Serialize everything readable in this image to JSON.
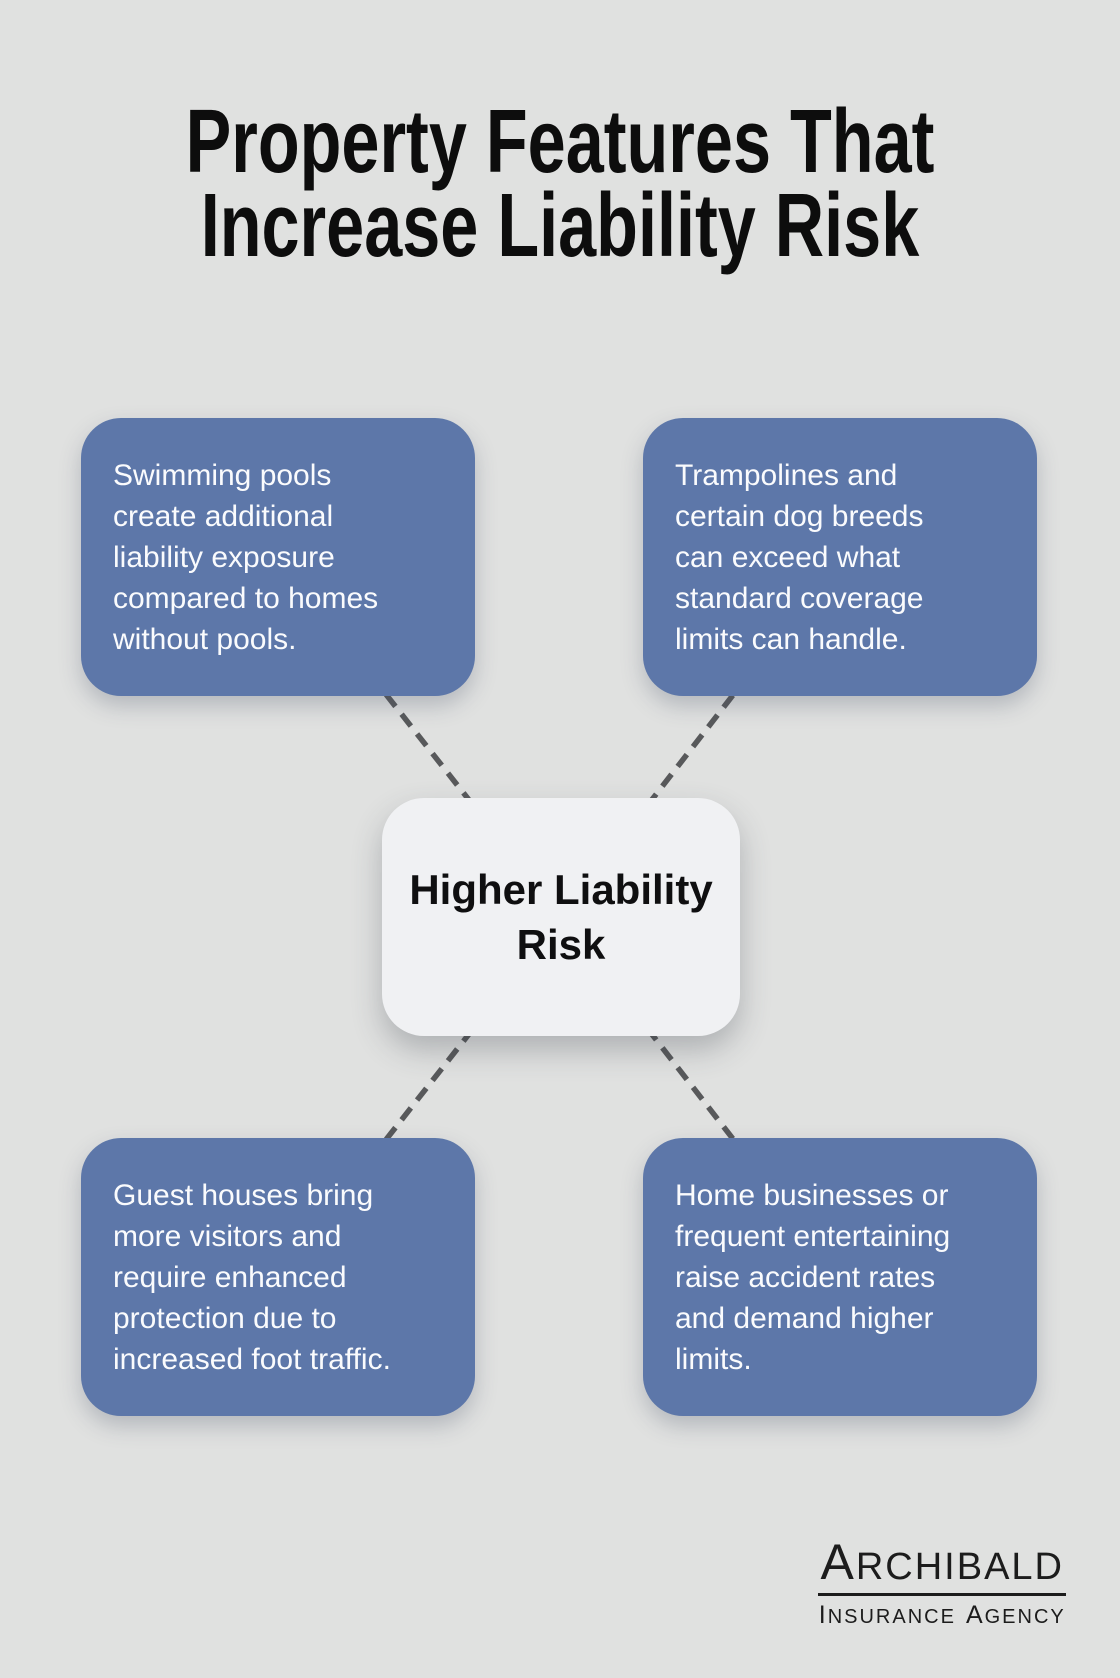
{
  "colors": {
    "background": "#e0e1e0",
    "node_fill": "#5d77a9",
    "node_text": "#fafbfd",
    "center_fill": "#f0f1f3",
    "center_text": "#0f0f10",
    "title_text": "#0d0d0d",
    "connector": "#58595b",
    "logo_text": "#1c1c1c"
  },
  "title": {
    "line1": "Property Features That",
    "line2": "Increase Liability Risk"
  },
  "center_node": {
    "label": "Higher Liability Risk"
  },
  "nodes": [
    {
      "id": "swimming-pools",
      "text": "Swimming pools create additional liability exposure compared to homes without pools."
    },
    {
      "id": "trampolines-dogs",
      "text": "Trampolines and certain dog breeds can exceed what standard coverage limits can handle."
    },
    {
      "id": "guest-houses",
      "text": "Guest houses bring more visitors and require enhanced protection due to increased foot traffic."
    },
    {
      "id": "home-businesses",
      "text": "Home businesses or frequent entertaining raise accident rates and demand higher limits."
    }
  ],
  "logo": {
    "name_initial": "A",
    "name_rest": "RCHIBALD",
    "word1_initial": "I",
    "word1_rest": "NSURANCE",
    "word2_initial": "A",
    "word2_rest": "GENCY"
  }
}
